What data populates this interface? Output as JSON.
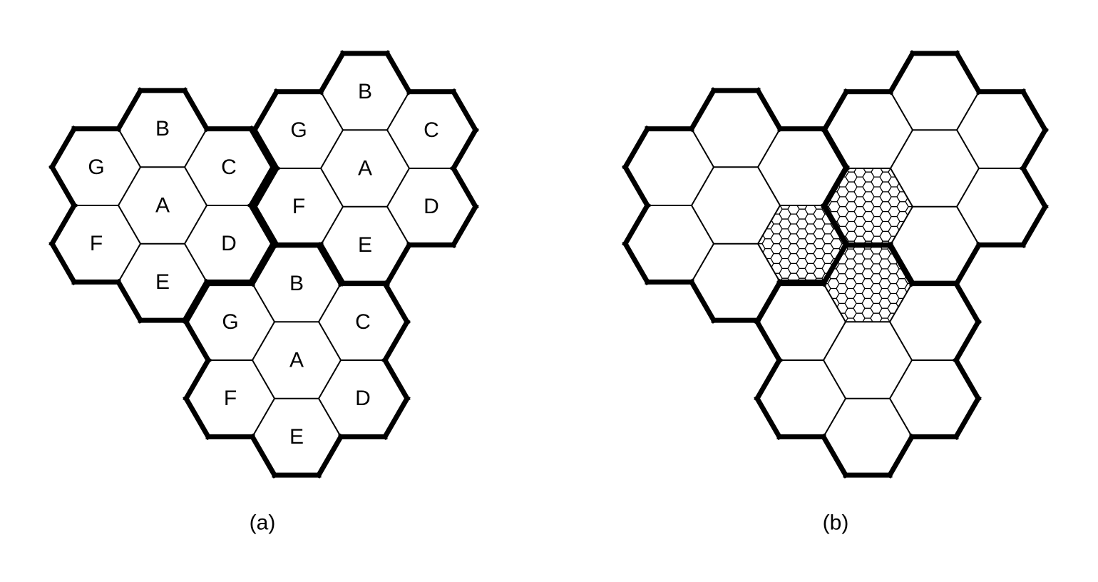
{
  "panels": [
    {
      "caption": "(a)",
      "clusters": [
        {
          "labels": [
            "A",
            "B",
            "C",
            "D",
            "E",
            "F",
            "G"
          ]
        },
        {
          "labels": [
            "A",
            "B",
            "C",
            "D",
            "E",
            "F",
            "G"
          ]
        },
        {
          "labels": [
            "A",
            "B",
            "C",
            "D",
            "E",
            "F",
            "G"
          ]
        }
      ]
    },
    {
      "caption": "(b)",
      "clusters": [
        {
          "labels": []
        },
        {
          "labels": []
        },
        {
          "labels": []
        }
      ],
      "subdivided_cells": 3
    }
  ],
  "colors": {
    "line": "#000000",
    "background": "#ffffff"
  }
}
